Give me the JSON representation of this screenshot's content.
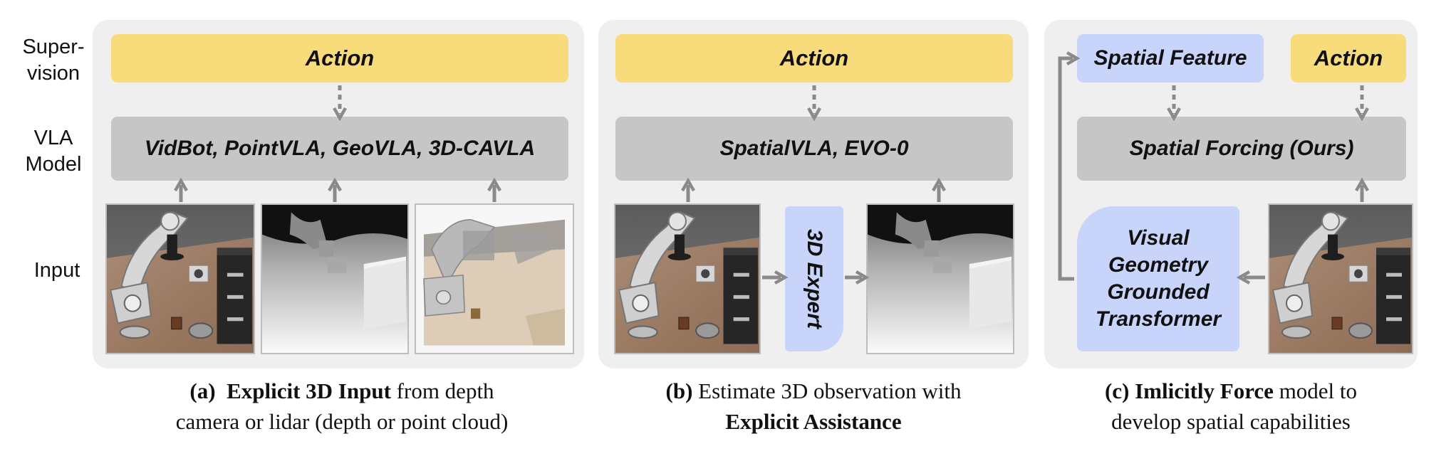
{
  "row_labels": {
    "supervision_line1": "Super-",
    "supervision_line2": "vision",
    "vla_line1": "VLA",
    "vla_line2": "Model",
    "input": "Input"
  },
  "panel_a": {
    "action": "Action",
    "model": "VidBot, PointVLA, GeoVLA, 3D-CAVLA",
    "caption_prefix": "(a)",
    "caption_bold": "Explicit 3D Input",
    "caption_rest1": " from depth",
    "caption_line2": "camera or lidar (depth or point cloud)"
  },
  "panel_b": {
    "action": "Action",
    "model": "SpatialVLA, EVO-0",
    "expert": "3D Expert",
    "caption_prefix": "(b)",
    "caption_rest1": " Estimate 3D observation with",
    "caption_bold": "Explicit Assistance"
  },
  "panel_c": {
    "spatial_feature": "Spatial Feature",
    "action": "Action",
    "model": "Spatial Forcing (Ours)",
    "vggt_line1": "Visual",
    "vggt_line2": "Geometry",
    "vggt_line3": "Grounded",
    "vggt_line4": "Transformer",
    "caption_prefix": "(c)",
    "caption_bold": "Imlicitly Force",
    "caption_rest1": " model to",
    "caption_line2": "develop spatial capabilities"
  },
  "colors": {
    "supervision_yellow": "#f8dc7c",
    "model_gray": "#c6c6c6",
    "spatial_blue": "#c9d4fb",
    "panel_bg": "#efefef",
    "arrow_gray": "#8a8a8a"
  }
}
